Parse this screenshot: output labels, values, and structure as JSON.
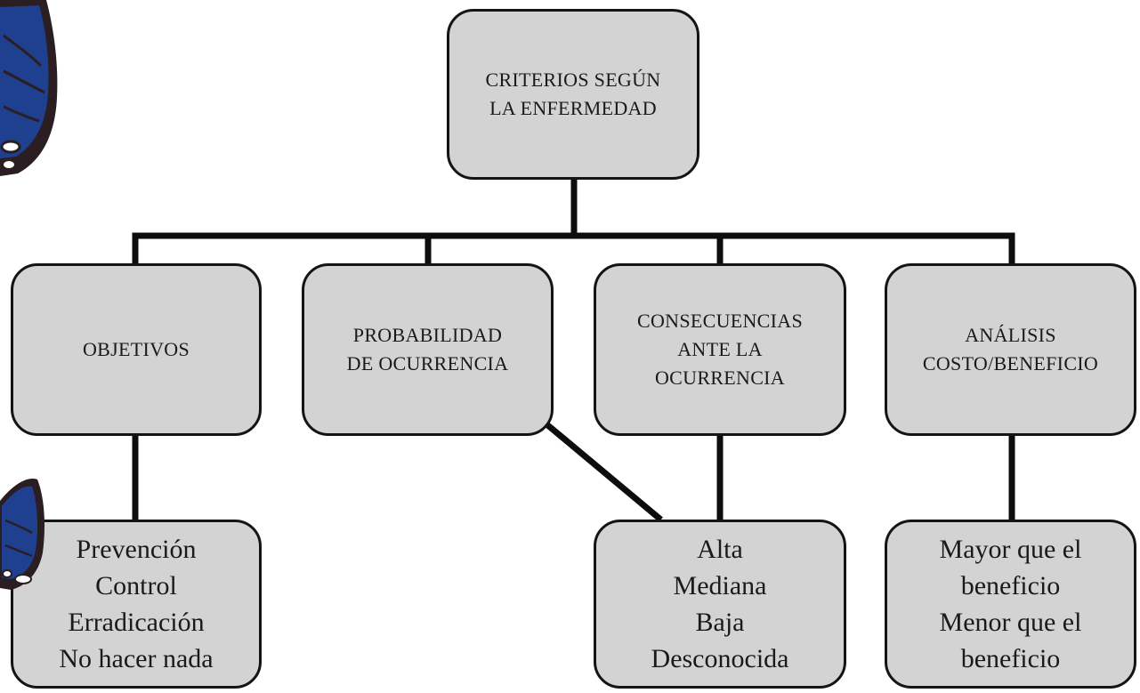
{
  "root": {
    "lines": [
      "CRITERIOS SEGÚN",
      "LA ENFERMEDAD"
    ]
  },
  "categories": [
    {
      "lines": [
        "OBJETIVOS"
      ]
    },
    {
      "lines": [
        "PROBABILIDAD",
        "DE OCURRENCIA"
      ]
    },
    {
      "lines": [
        "CONSECUENCIAS",
        "ANTE LA",
        "OCURRENCIA"
      ]
    },
    {
      "lines": [
        "ANÁLISIS",
        "COSTO/BENEFICIO"
      ]
    }
  ],
  "details": [
    {
      "lines": [
        "Prevención",
        "Control",
        "Erradicación",
        "No hacer nada"
      ]
    },
    {
      "lines": [
        "Alta",
        "Mediana",
        "Baja",
        "Desconocida"
      ]
    },
    {
      "lines": [
        "Mayor que el",
        "beneficio",
        "Menor que el",
        "beneficio"
      ]
    }
  ],
  "colors": {
    "box_fill": "#d3d3d3",
    "box_border": "#141414",
    "connector": "#0d0d0d",
    "butterfly_wing": "#1f3f8f",
    "butterfly_outline": "#2a1e22"
  },
  "decorations": [
    "butterfly-icon",
    "butterfly-icon"
  ]
}
